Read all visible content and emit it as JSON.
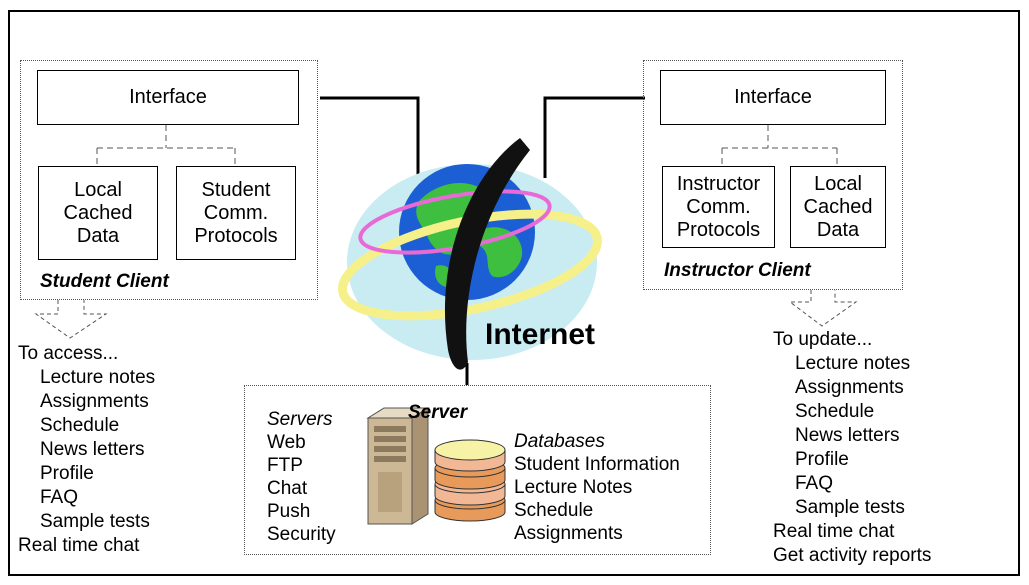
{
  "student_client": {
    "interface_label": "Interface",
    "left_box": "Local\nCached\nData",
    "right_box": "Student\nComm.\nProtocols",
    "caption": "Student Client"
  },
  "instructor_client": {
    "interface_label": "Interface",
    "left_box": "Instructor\nComm.\nProtocols",
    "right_box": "Local\nCached\nData",
    "caption": "Instructor Client"
  },
  "internet_label": "Internet",
  "student_access": {
    "heading": "To access...",
    "items": [
      "Lecture notes",
      "Assignments",
      "Schedule",
      "News letters",
      "Profile",
      "FAQ",
      "Sample tests"
    ],
    "footer": "Real time chat"
  },
  "instructor_update": {
    "heading": "To update...",
    "items": [
      "Lecture notes",
      "Assignments",
      "Schedule",
      "News letters",
      "Profile",
      "FAQ",
      "Sample tests"
    ],
    "footer_items": [
      "Real time chat",
      "Get activity reports"
    ]
  },
  "server": {
    "title": "Server",
    "servers_heading": "Servers",
    "servers": [
      "Web",
      "FTP",
      "Chat",
      "Push",
      "Security"
    ],
    "databases_heading": "Databases",
    "databases": [
      "Student Information",
      "Lecture Notes",
      "Schedule",
      "Assignments"
    ]
  },
  "colors": {
    "globe_halo": "#c8ecf2",
    "globe_ocean": "#1c5fd4",
    "globe_land": "#3fbf3f",
    "ring_yellow": "#f5f08a",
    "ring_pink": "#e86ad6",
    "disk_peach": "#f2b896",
    "disk_orange": "#e89a5a",
    "disk_top": "#f7f3a6",
    "tower_tan": "#cdb896"
  },
  "icons": {
    "globe": "internet-globe-icon",
    "server_tower": "server-tower-icon",
    "database": "database-stack-icon"
  }
}
